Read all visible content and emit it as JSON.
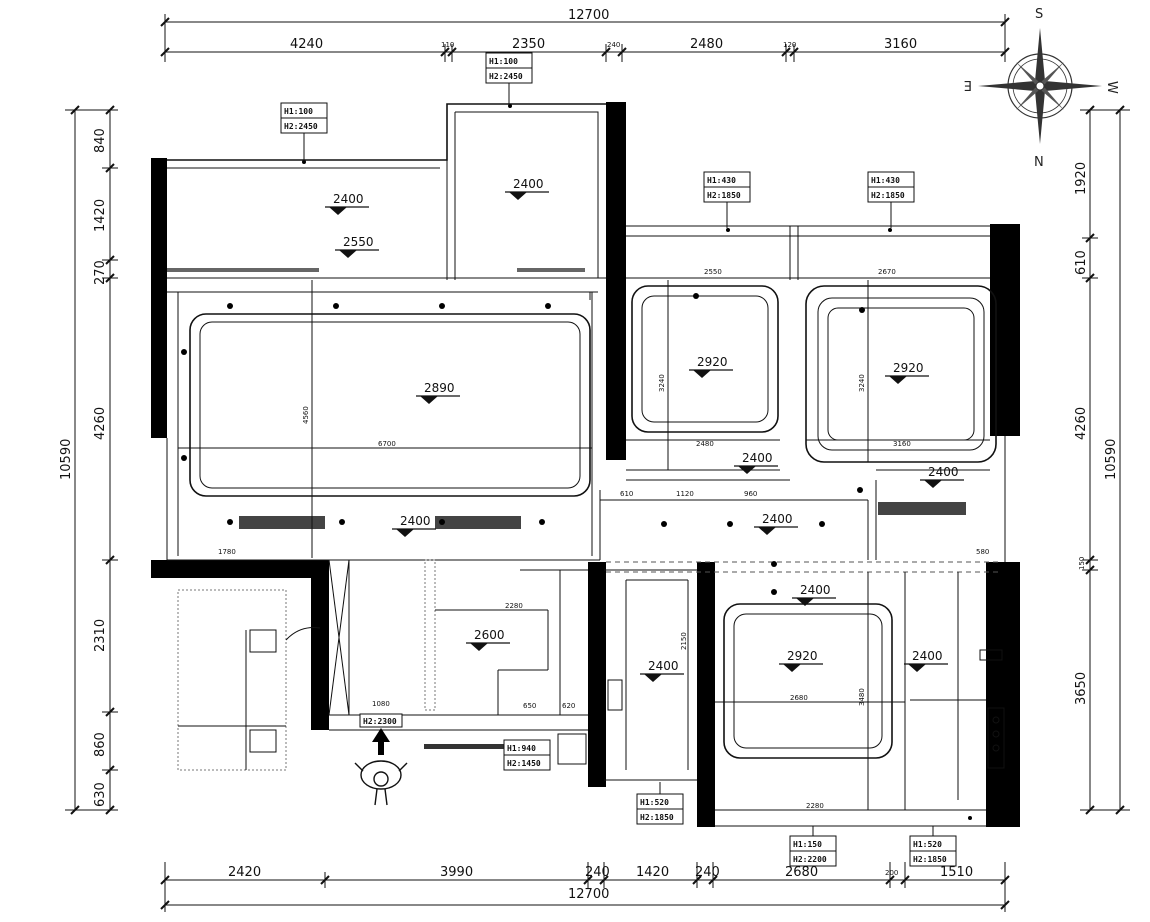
{
  "dimensions": {
    "top_total": "12700",
    "top_segments": [
      "4240",
      "110",
      "2350",
      "240",
      "2480",
      "120",
      "3160"
    ],
    "bottom_total": "12700",
    "bottom_segments": [
      "2420",
      "3990",
      "240",
      "1420",
      "240",
      "2680",
      "200",
      "1510"
    ],
    "left_total": "10590",
    "left_segments": [
      "840",
      "1420",
      "270",
      "4260",
      "2310",
      "860",
      "630"
    ],
    "right_total": "10590",
    "right_segments": [
      "1920",
      "610",
      "4260",
      "150",
      "3650"
    ]
  },
  "ceiling_levels": {
    "lv_2400_a": "2400",
    "lv_2550": "2550",
    "lv_2400_b": "2400",
    "lv_2890": "2890",
    "lv_2920_a": "2920",
    "lv_2920_b": "2920",
    "lv_2400_c": "2400",
    "lv_2400_d": "2400",
    "lv_2400_e": "2400",
    "lv_2400_f": "2400",
    "lv_2600": "2600",
    "lv_2400_g": "2400",
    "lv_2920_c": "2920",
    "lv_2400_h": "2400",
    "lv_2400_i": "2400"
  },
  "tags": {
    "tag_a": {
      "h1": "H1:100",
      "h2": "H2:2450"
    },
    "tag_b": {
      "h1": "H1:100",
      "h2": "H2:2450"
    },
    "tag_c": {
      "h1": "H1:430",
      "h2": "H2:1850"
    },
    "tag_d": {
      "h1": "H1:430",
      "h2": "H2:1850"
    },
    "tag_e": {
      "h1": "H1:940",
      "h2": "H2:1450"
    },
    "tag_f": {
      "h1": "H1:520",
      "h2": "H2:1850"
    },
    "tag_g": {
      "h1": "H1:150",
      "h2": "H2:2200"
    },
    "tag_h": {
      "h1": "H1:520",
      "h2": "H2:1850"
    },
    "tag_door": "H2:2300"
  },
  "inner_dims": {
    "d_6700": "6700",
    "d_4560": "4560",
    "d_2550_top": "2550",
    "d_2480": "2480",
    "d_3240_a": "3240",
    "d_2670": "2670",
    "d_3160": "3160",
    "d_3240_b": "3240",
    "d_1780": "1780",
    "d_2280": "2280",
    "d_2680": "2680",
    "d_3480": "3480",
    "d_2280_b": "2280",
    "d_1080": "1080",
    "d_650": "650",
    "d_620": "620",
    "d_960": "960",
    "d_1120": "1120",
    "d_610": "610",
    "d_580": "580",
    "d_2150": "2150"
  },
  "compass": {
    "n": "N",
    "s": "S",
    "e": "E",
    "w": "W"
  }
}
